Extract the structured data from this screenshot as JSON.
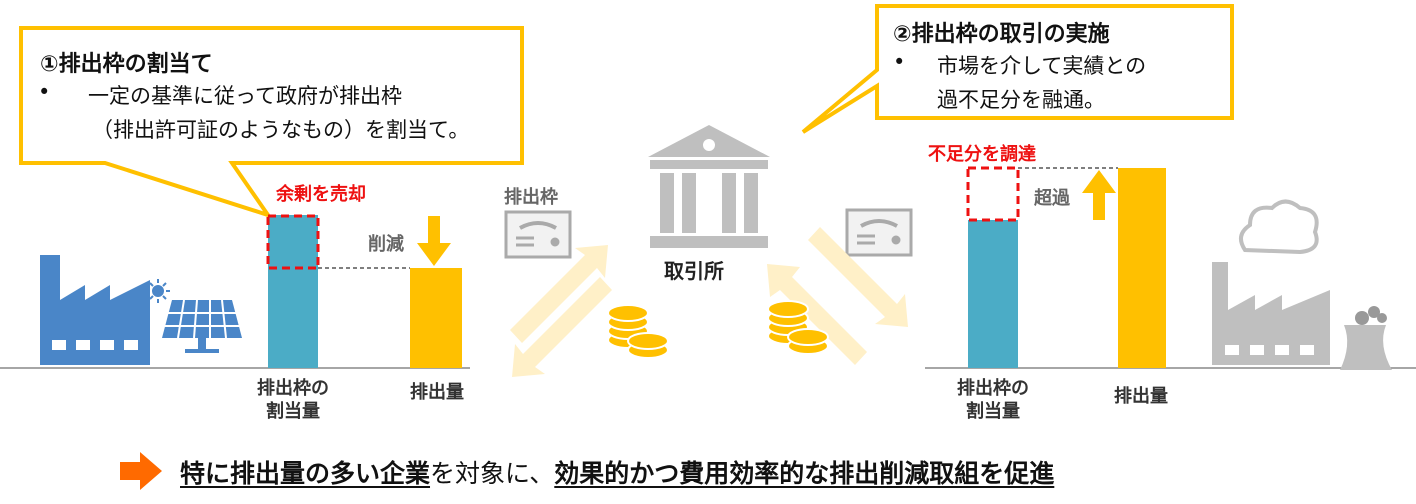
{
  "callout_allocation": {
    "title": "①排出枠の割当て",
    "bullet": "•",
    "line1": "一定の基準に従って政府が排出枠",
    "line2": "（排出許可証のようなもの）を割当て。"
  },
  "callout_trading": {
    "title": "②排出枠の取引の実施",
    "bullet": "•",
    "line1": "市場を介して実績との",
    "line2": "過不足分を融通。"
  },
  "left_chart": {
    "surplus_label": "余剰を売却",
    "reduction_label": "削減",
    "allocation_label_1": "排出枠の",
    "allocation_label_2": "割当量",
    "emission_label": "排出量"
  },
  "center": {
    "allowance_label": "排出枠",
    "exchange_label": "取引所"
  },
  "right_chart": {
    "shortfall_label": "不足分を調達",
    "excess_label": "超過",
    "allocation_label_1": "排出枠の",
    "allocation_label_2": "割当量",
    "emission_label": "排出量"
  },
  "bottom": {
    "part1": "特に排出量の多い企業",
    "part2": "を対象に、",
    "part3": "効果的かつ費用効率的な排出削減取組を促進"
  },
  "colors": {
    "teal": "#4bacc6",
    "yellow": "#ffc000",
    "red": "#ee1111",
    "blue": "#4a86c8",
    "gray": "#bfbfbf",
    "orange": "#ff6a00"
  }
}
